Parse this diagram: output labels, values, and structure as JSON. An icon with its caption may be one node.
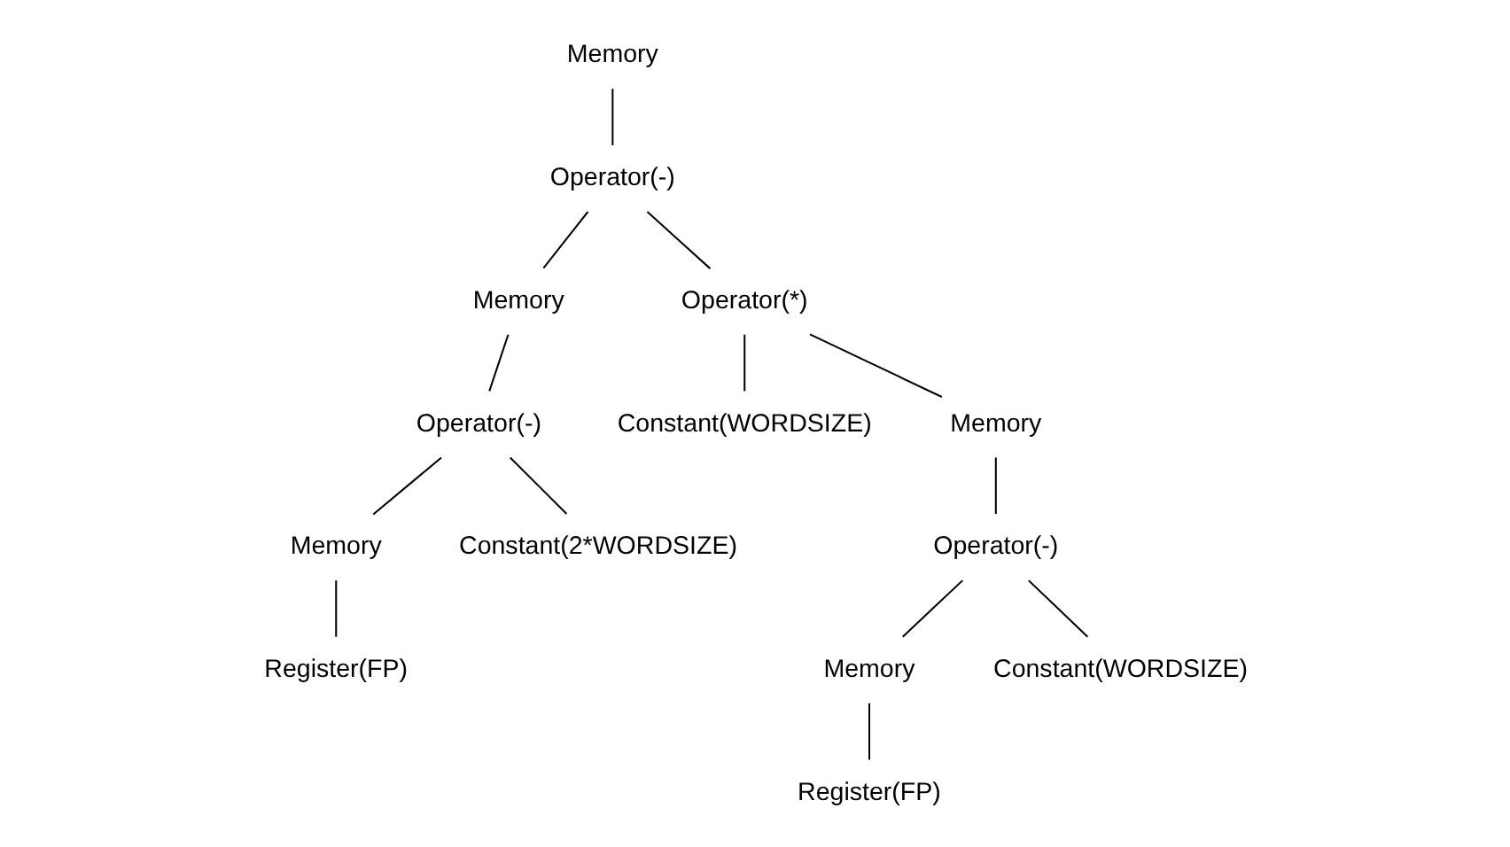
{
  "diagram": {
    "nodes": [
      {
        "text": [
          "Memory"
        ]
      },
      {
        "text": [
          "Operator(-)"
        ]
      },
      {
        "text": [
          "Memory"
        ]
      },
      {
        "text": [
          "Operator(*)"
        ]
      },
      {
        "text": [
          "Operator(-)"
        ]
      },
      {
        "text": [
          "Constant(WORDSIZE)"
        ]
      },
      {
        "text": [
          "Memory"
        ]
      },
      {
        "text": [
          "Memory"
        ]
      },
      {
        "text": [
          "Constant(2*WORDSIZE)"
        ]
      },
      {
        "text": [
          "Operator(-)"
        ]
      },
      {
        "text": [
          "Register(FP)"
        ]
      },
      {
        "text": [
          "Memory"
        ]
      },
      {
        "text": [
          "Constant(WORDSIZE)"
        ]
      },
      {
        "text": [
          "Register(FP)"
        ]
      }
    ],
    "edges": [
      {
        "from": 0,
        "to": 1,
        "arrow": "none"
      },
      {
        "from": 1,
        "to": 2,
        "arrow": "none"
      },
      {
        "from": 1,
        "to": 3,
        "arrow": "none"
      },
      {
        "from": 2,
        "to": 4,
        "arrow": "none"
      },
      {
        "from": 3,
        "to": 5,
        "arrow": "none"
      },
      {
        "from": 3,
        "to": 6,
        "arrow": "none"
      },
      {
        "from": 4,
        "to": 7,
        "arrow": "none"
      },
      {
        "from": 4,
        "to": 8,
        "arrow": "none"
      },
      {
        "from": 6,
        "to": 9,
        "arrow": "none"
      },
      {
        "from": 7,
        "to": 10,
        "arrow": "none"
      },
      {
        "from": 9,
        "to": 11,
        "arrow": "none"
      },
      {
        "from": 9,
        "to": 12,
        "arrow": "none"
      },
      {
        "from": 11,
        "to": 13,
        "arrow": "none"
      }
    ]
  }
}
